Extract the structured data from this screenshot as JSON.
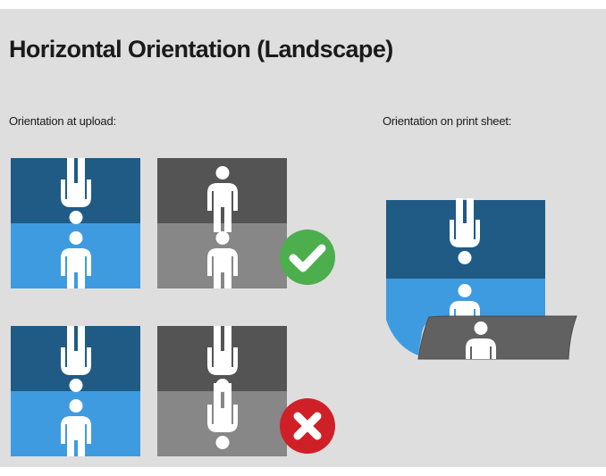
{
  "title": "Horizontal Orientation (Landscape)",
  "labels": {
    "upload": "Orientation at upload:",
    "print": "Orientation on print sheet:"
  },
  "colors": {
    "panel_background": "#dededf",
    "blue_dark": "#1f5b85",
    "blue_light": "#3f9be0",
    "gray_dark": "#545454",
    "gray_light": "#878787",
    "correct_green": "#4cae4c",
    "wrong_red": "#cf2027",
    "figure": "#ffffff"
  },
  "examples": [
    {
      "result": "correct",
      "result_icon": "checkmark-icon",
      "reference_tile": {
        "top_half": "figure-upside-down",
        "bottom_half": "figure-upright"
      },
      "uploaded_tile": {
        "top_half": "figure-upright",
        "bottom_half": "figure-upright"
      }
    },
    {
      "result": "incorrect",
      "result_icon": "x-mark-icon",
      "reference_tile": {
        "top_half": "figure-upside-down",
        "bottom_half": "figure-upright"
      },
      "uploaded_tile": {
        "top_half": "figure-upside-down",
        "bottom_half": "figure-upside-down"
      }
    }
  ],
  "print_sheet": {
    "icon": "curled-print-sheet-icon",
    "panels": [
      "figure-upside-down",
      "figure-upright",
      "figure-upright"
    ]
  }
}
